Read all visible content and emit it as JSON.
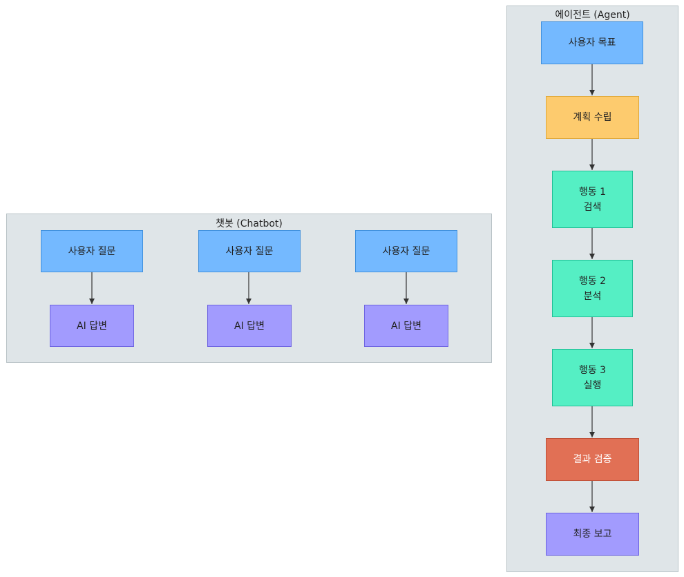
{
  "chatbot": {
    "title": "챗봇 (Chatbot)",
    "pairs": [
      {
        "question": "사용자 질문",
        "answer": "AI 답변"
      },
      {
        "question": "사용자 질문",
        "answer": "AI 답변"
      },
      {
        "question": "사용자 질문",
        "answer": "AI 답변"
      }
    ]
  },
  "agent": {
    "title": "에이전트 (Agent)",
    "steps": [
      {
        "label": "사용자 목표",
        "color": "#74b9ff"
      },
      {
        "label": "계획 수립",
        "color": "#fdcb6e"
      },
      {
        "label": "행동 1\n검색",
        "color": "#55efc4"
      },
      {
        "label": "행동 2\n분석",
        "color": "#55efc4"
      },
      {
        "label": "행동 3\n실행",
        "color": "#55efc4"
      },
      {
        "label": "결과 검증",
        "color": "#e17055"
      },
      {
        "label": "최종 보고",
        "color": "#a29bfe"
      }
    ]
  }
}
